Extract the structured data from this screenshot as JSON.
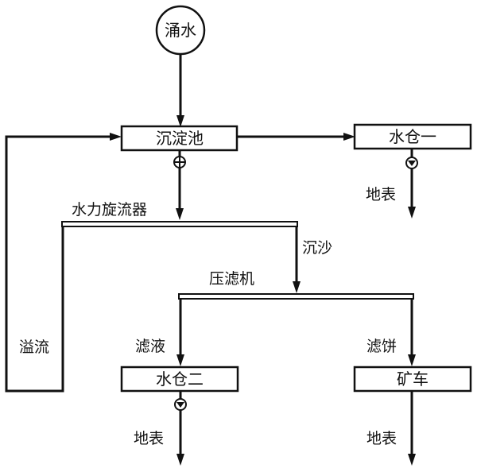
{
  "nodes": {
    "source": "涌水",
    "settling_tank": "沉淀池",
    "sump_1": "水仓一",
    "hydrocyclone": "水力旋流器",
    "filter_press": "压滤机",
    "sump_2": "水仓二",
    "mine_car": "矿车"
  },
  "labels": {
    "surface_1": "地表",
    "surface_2": "地表",
    "surface_3": "地表",
    "overflow": "溢流",
    "sediment": "沉沙",
    "filtrate": "滤液",
    "filter_cake": "滤饼"
  }
}
